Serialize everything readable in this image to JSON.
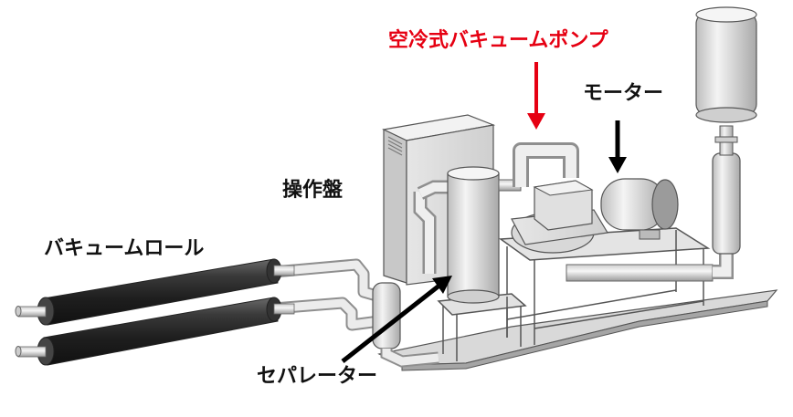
{
  "labels": {
    "pump": "空冷式バキュームポンプ",
    "motor": "モーター",
    "panel": "操作盤",
    "roll": "バキュームロール",
    "separator": "セパレーター"
  },
  "colors": {
    "pump_label": "#e60012",
    "label": "#111111",
    "metal_light": "#e9e9e9",
    "metal_mid": "#c9c9c9",
    "metal_dark": "#8c8c8c",
    "roll_body": "#262626",
    "outline": "#444444"
  },
  "icons": [
    "arrow-down-red-icon",
    "arrow-down-black-icon",
    "arrow-diagonal-black-icon"
  ]
}
